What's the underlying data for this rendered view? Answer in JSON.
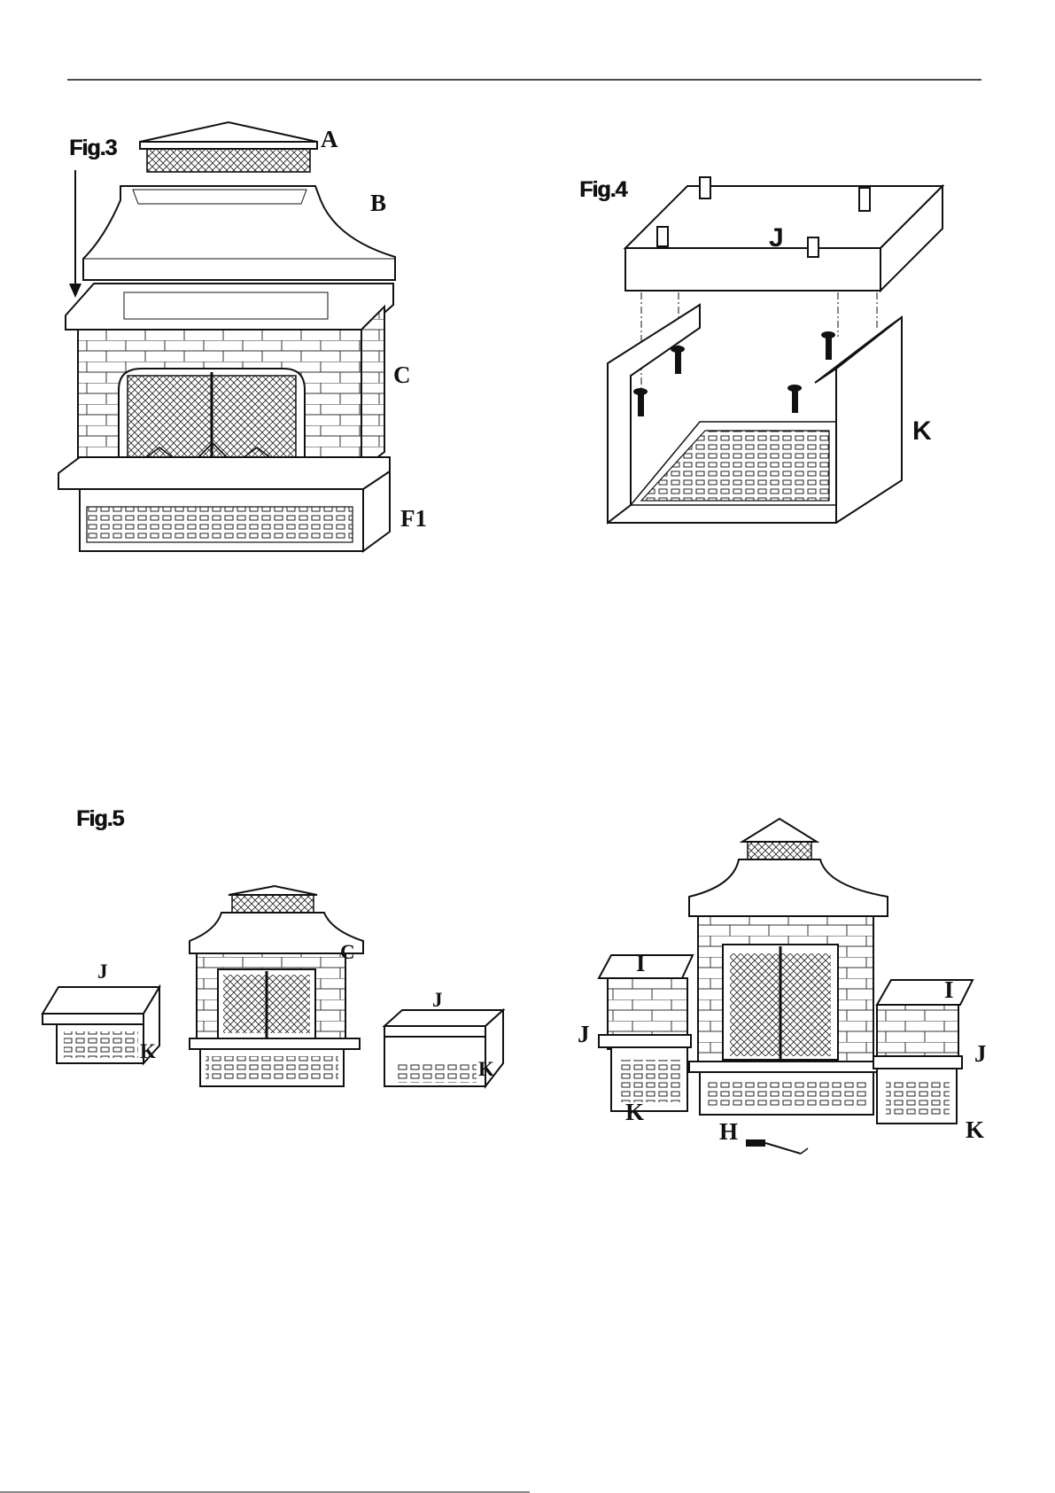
{
  "figures": {
    "fig3": {
      "label": "Fig.3",
      "parts": {
        "a": "A",
        "b": "B",
        "c": "C",
        "f1": "F1"
      }
    },
    "fig4": {
      "label": "Fig.4",
      "parts": {
        "j": "J",
        "k": "K"
      }
    },
    "fig5": {
      "label": "Fig.5",
      "left": {
        "j1": "J",
        "k1": "K",
        "c": "C",
        "j2": "J",
        "k2": "K"
      },
      "right": {
        "i1": "I",
        "i2": "I",
        "j1": "J",
        "j2": "J",
        "k1": "K",
        "k2": "K",
        "h": "H"
      }
    }
  }
}
